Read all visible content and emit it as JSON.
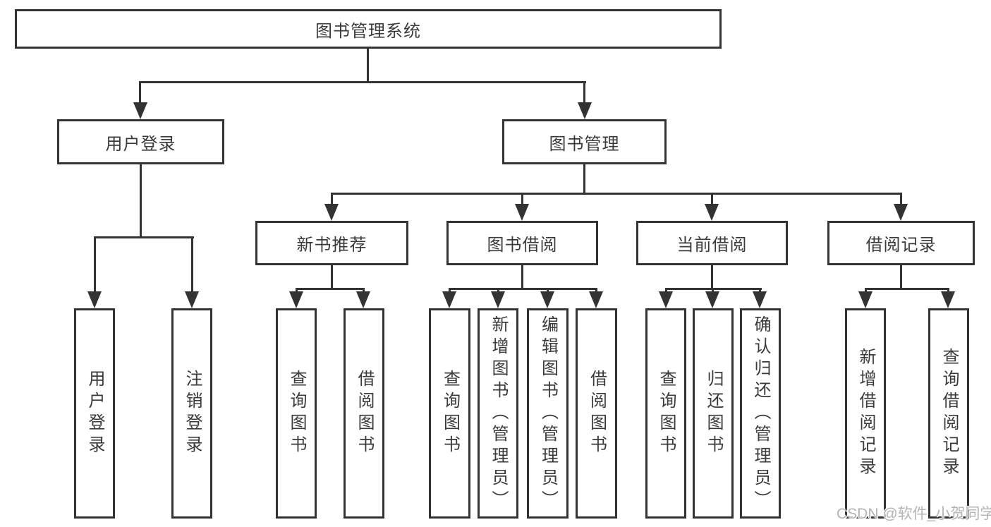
{
  "diagram_title": "图书管理系统",
  "tree": {
    "label": "图书管理系统",
    "children": [
      {
        "label": "用户登录",
        "children": [
          {
            "label": "用户登录"
          },
          {
            "label": "注销登录"
          }
        ]
      },
      {
        "label": "图书管理",
        "children": [
          {
            "label": "新书推荐",
            "children": [
              {
                "label": "查询图书"
              },
              {
                "label": "借阅图书"
              }
            ]
          },
          {
            "label": "图书借阅",
            "children": [
              {
                "label": "查询图书"
              },
              {
                "label": "新增图书（管理员）"
              },
              {
                "label": "编辑图书（管理员）"
              },
              {
                "label": "借阅图书"
              }
            ]
          },
          {
            "label": "当前借阅",
            "children": [
              {
                "label": "查询图书"
              },
              {
                "label": "归还图书"
              },
              {
                "label": "确认归还（管理员）"
              }
            ]
          },
          {
            "label": "借阅记录",
            "children": [
              {
                "label": "新增借阅记录"
              },
              {
                "label": "查询借阅记录"
              }
            ]
          }
        ]
      }
    ]
  },
  "watermark": "CSDN @软件_小贺同学",
  "colors": {
    "line": "#333333",
    "text": "#3a3a3a",
    "background": "#ffffff",
    "watermark": "#b3b3b3"
  }
}
